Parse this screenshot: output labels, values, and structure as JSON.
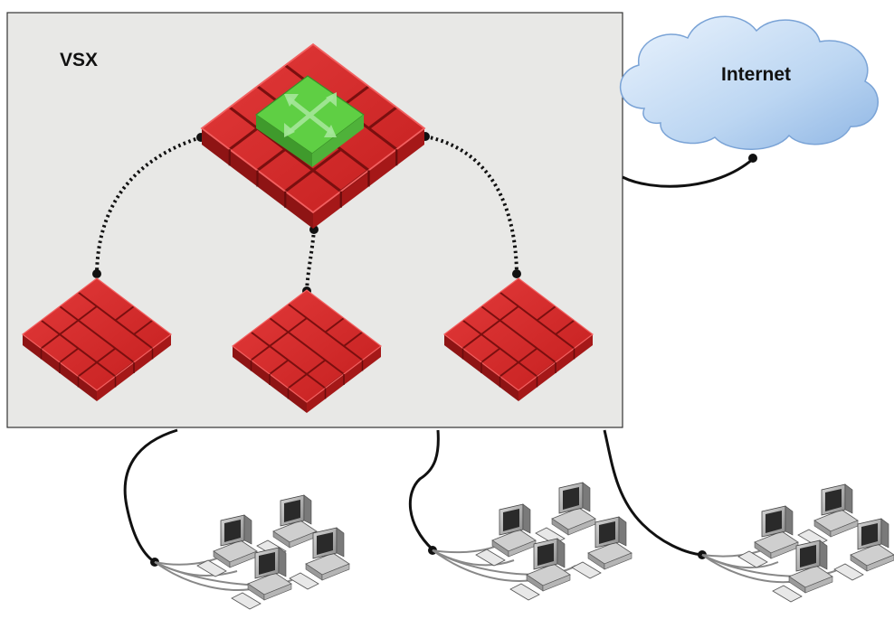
{
  "diagram": {
    "vsx_label": "VSX",
    "internet_label": "Internet"
  },
  "colors": {
    "vsx_box_fill": "#e8e8e6",
    "firewall_red": "#d42a2a",
    "switch_green": "#55c43c",
    "cloud_blue": "#bcd6f2"
  },
  "nodes": [
    {
      "name": "vsx-main-firewall",
      "type": "firewall with virtual switch"
    },
    {
      "name": "virtual-firewall-left",
      "type": "firewall"
    },
    {
      "name": "virtual-firewall-center",
      "type": "firewall"
    },
    {
      "name": "virtual-firewall-right",
      "type": "firewall"
    },
    {
      "name": "internet-cloud",
      "type": "cloud"
    },
    {
      "name": "workstation-group-left",
      "type": "computers"
    },
    {
      "name": "workstation-group-center",
      "type": "computers"
    },
    {
      "name": "workstation-group-right",
      "type": "computers"
    }
  ]
}
